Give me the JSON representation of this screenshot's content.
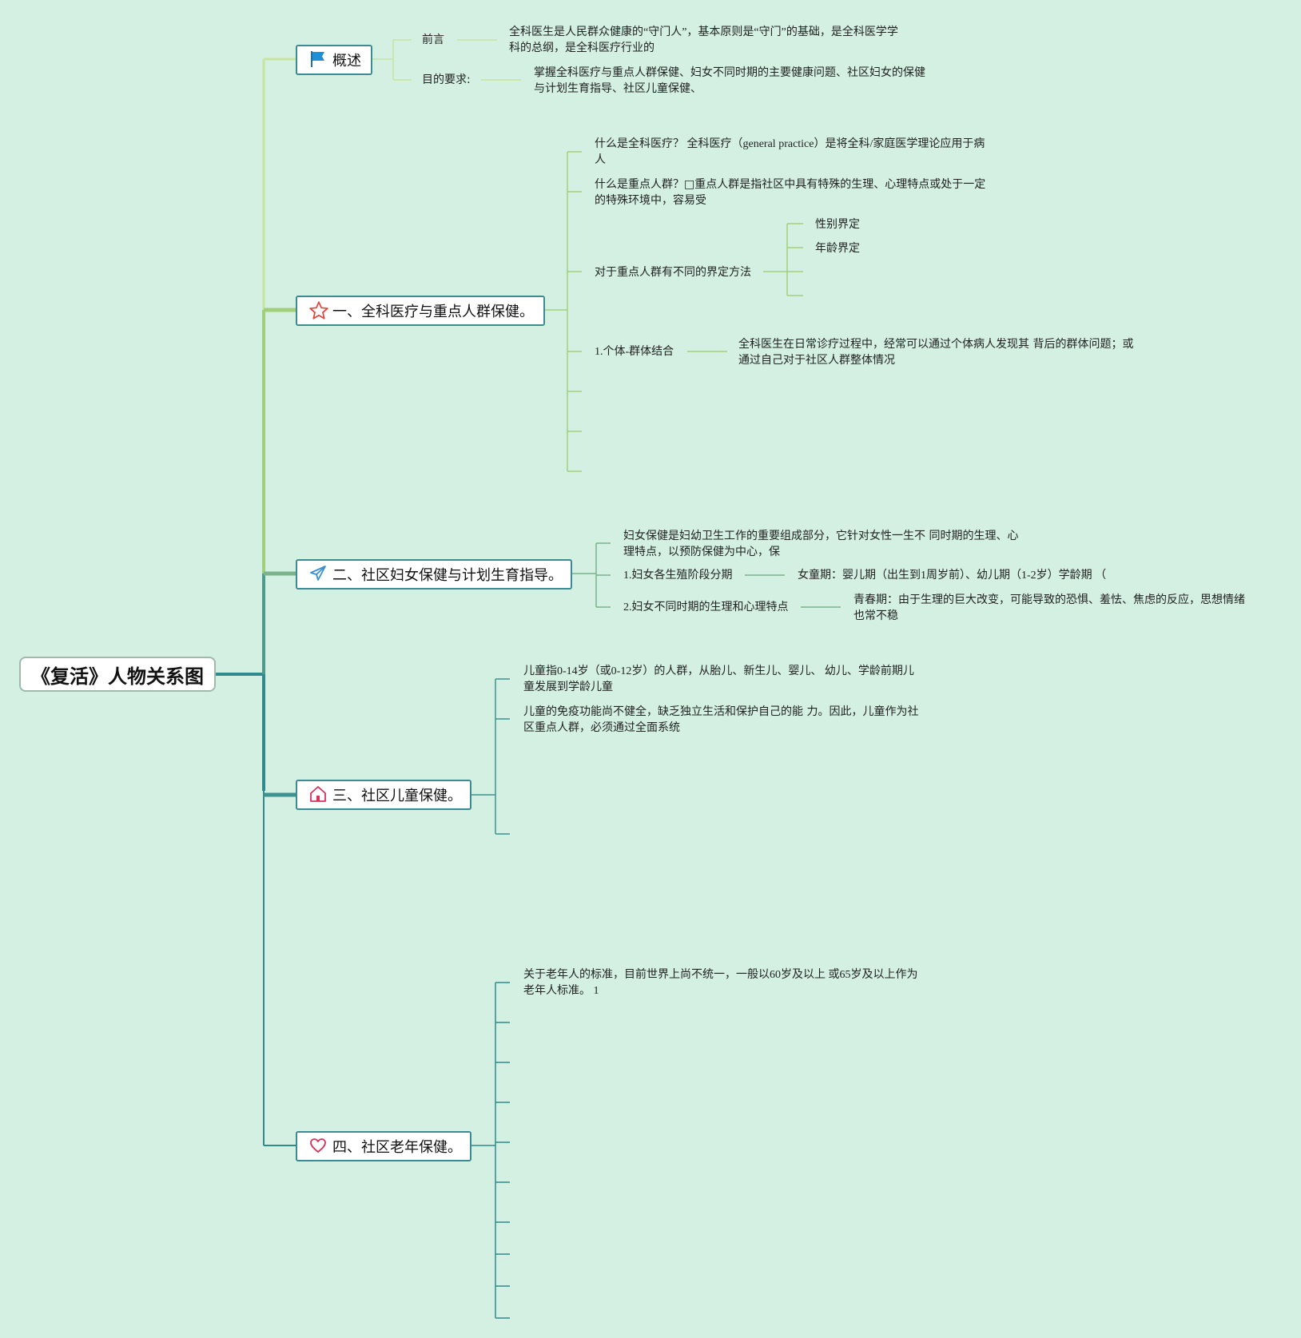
{
  "root": {
    "title": "《复活》人物关系图"
  },
  "branches": {
    "overview": {
      "label": "概述",
      "preface_label": "前言",
      "preface_text": "全科医生是人民群众健康的“守门人”，基本原则是“守门”的基础，是全科医学学科的总纲，是全科医疗行业的",
      "goal_label": "目的要求:",
      "goal_text": "掌握全科医疗与重点人群保健、妇女不同时期的主要健康问题、社区妇女的保健与计划生育指导、社区儿童保健、"
    },
    "one": {
      "label": "一、全科医疗与重点人群保健。",
      "q1": "什么是全科医疗？ 全科医疗（general practice）是将全科/家庭医学理论应用于病人",
      "q2": "什么是重点人群？□重点人群是指社区中具有特殊的生理、心理特点或处于一定的特殊环境中，容易受",
      "methods": "对于重点人群有不同的界定方法",
      "gender": "性别界定",
      "age": "年龄界定",
      "combo": "1.个体-群体结合",
      "combo_text": "全科医生在日常诊疗过程中，经常可以通过个体病人发现其 背后的群体问题；或通过自己对于社区人群整体情况"
    },
    "two": {
      "label": "二、社区妇女保健与计划生育指导。",
      "intro": "妇女保健是妇幼卫生工作的重要组成部分，它针对女性一生不 同时期的生理、心理特点，以预防保健为中心，保",
      "stages": "1.妇女各生殖阶段分期",
      "stages_text": "女童期：婴儿期（出生到1周岁前）、幼儿期（1-2岁）学龄期 （",
      "traits": "2.妇女不同时期的生理和心理特点",
      "traits_text": "青春期：由于生理的巨大改变，可能导致的恐惧、羞怯、焦虑的反应，思想情绪也常不稳"
    },
    "three": {
      "label": "三、社区儿童保健。",
      "t1": "儿童指0-14岁（或0-12岁）的人群，从胎儿、新生儿、婴儿、 幼儿、学龄前期儿童发展到学龄儿童",
      "t2": "儿童的免疫功能尚不健全，缺乏独立生活和保护自己的能 力。因此，儿童作为社区重点人群，必须通过全面系统"
    },
    "four": {
      "label": "四、社区老年保健。",
      "t1": "关于老年人的标准，目前世界上尚不统一，一般以60岁及以上 或65岁及以上作为老年人标准。 1"
    }
  },
  "colors": {
    "background": "#d3f0e2",
    "overview_line": "#c6e6a0",
    "one_line": "#a3cf7a",
    "two_line": "#7bb38c",
    "three_line": "#3f9290",
    "four_line": "#2f8a8e",
    "branch_border": "#3c8b90",
    "flag": "#1f8fd6",
    "star": "#e0463d",
    "plane": "#3a8fd0",
    "house": "#d9325a",
    "heart": "#d9325a"
  },
  "icons": {
    "overview": "flag-icon",
    "one": "star-icon",
    "two": "paper-plane-icon",
    "three": "house-icon",
    "four": "heart-icon"
  }
}
